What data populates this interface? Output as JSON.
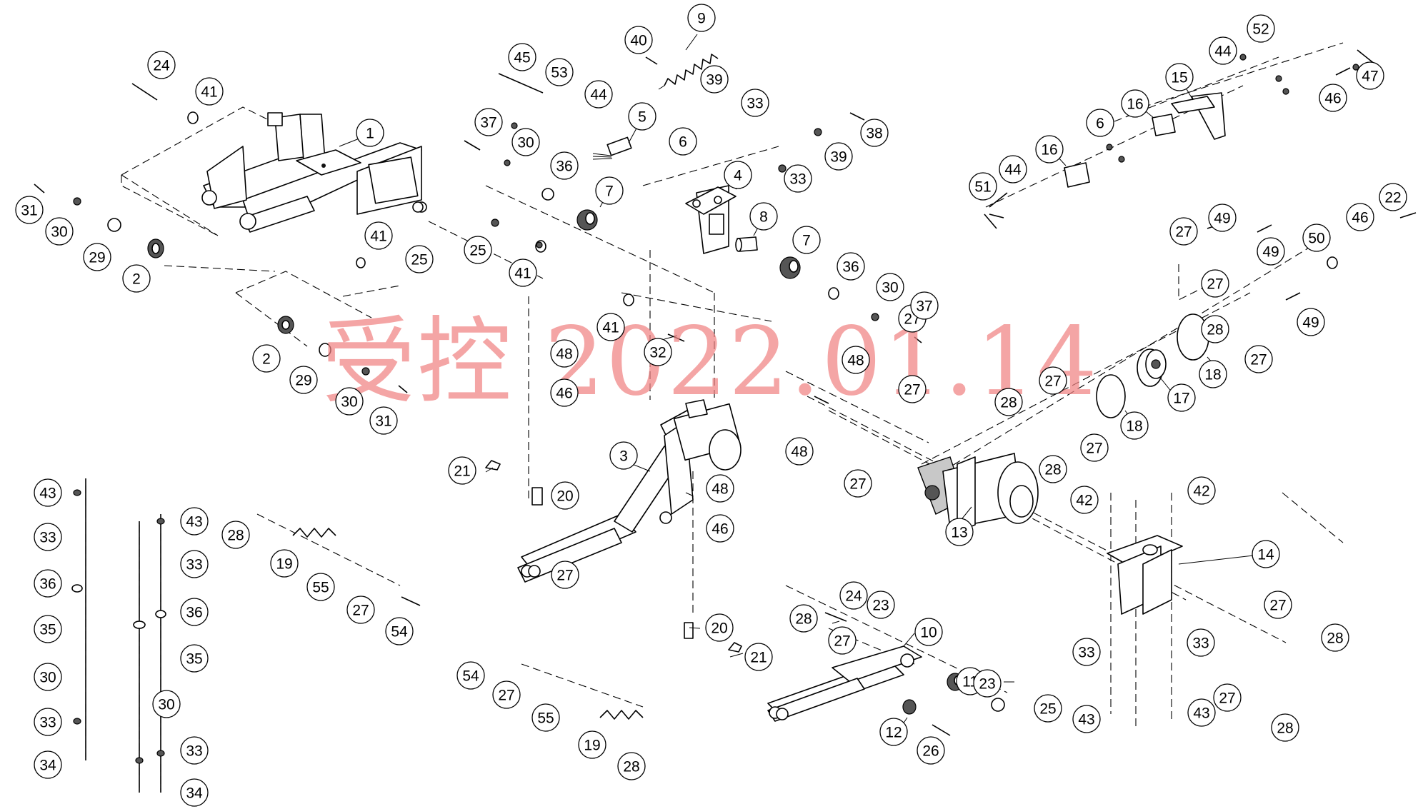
{
  "watermark": "受控 2022.01.14",
  "part_callouts": [
    "1",
    "2",
    "3",
    "4",
    "5",
    "6",
    "7",
    "8",
    "9",
    "10",
    "11",
    "12",
    "13",
    "14",
    "15",
    "16",
    "17",
    "18",
    "19",
    "20",
    "21",
    "22",
    "23",
    "24",
    "25",
    "26",
    "27",
    "28",
    "29",
    "30",
    "31",
    "32",
    "33",
    "34",
    "35",
    "36",
    "37",
    "38",
    "39",
    "40",
    "41",
    "42",
    "43",
    "44",
    "45",
    "46",
    "47",
    "48",
    "49",
    "50",
    "51",
    "52",
    "53",
    "54",
    "55"
  ]
}
